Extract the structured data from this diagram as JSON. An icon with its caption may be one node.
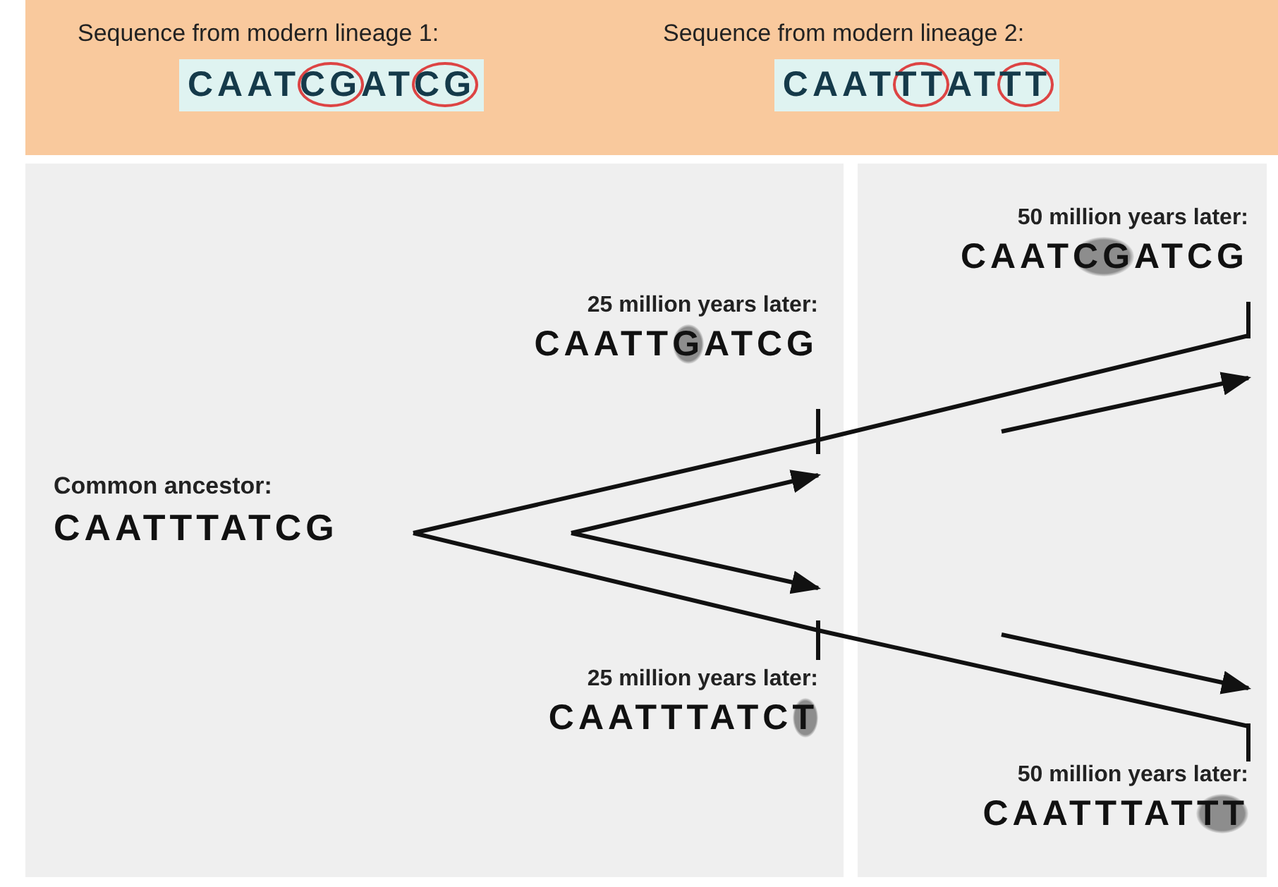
{
  "diagram": {
    "nodes": [
      {
        "text": [
          "Sequence from modern lineage 1:",
          "CAATCGATCG"
        ]
      },
      {
        "text": [
          "Sequence from modern lineage 2:",
          "CAATTTATTT"
        ]
      },
      {
        "text": [
          "Common ancestor:",
          "CAATTTATCG"
        ]
      },
      {
        "text": [
          "25 million years later:",
          "CAATTGATCG"
        ]
      },
      {
        "text": [
          "50 million years later:",
          "CAATCGATCG"
        ]
      },
      {
        "text": [
          "25 million years later:",
          "CAATTTATCT"
        ]
      },
      {
        "text": [
          "50 million years later:",
          "CAATTTATTT"
        ]
      }
    ],
    "edges": [
      {
        "from": 2,
        "to": 3,
        "arrow": "none"
      },
      {
        "from": 3,
        "to": 4,
        "arrow": "none"
      },
      {
        "from": 2,
        "to": 5,
        "arrow": "none"
      },
      {
        "from": 5,
        "to": 6,
        "arrow": "none"
      }
    ]
  }
}
